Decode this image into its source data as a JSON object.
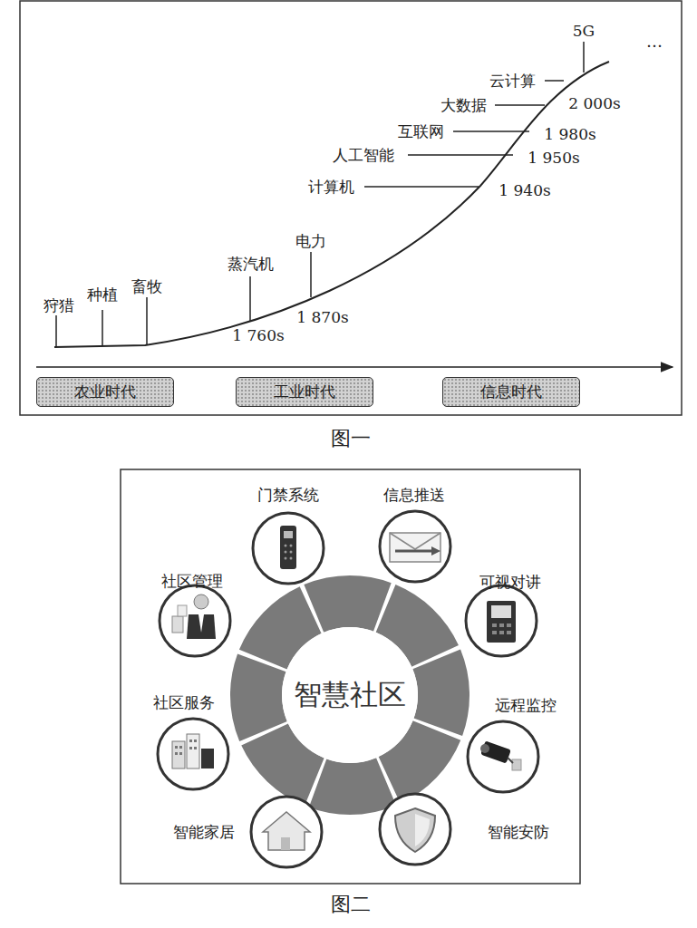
{
  "diagram": {
    "nodes": [
      {
        "text": [
          "农业时代"
        ]
      },
      {
        "text": [
          "工业时代"
        ]
      },
      {
        "text": [
          "信息时代"
        ]
      },
      {
        "text": [
          "智慧社区"
        ]
      }
    ],
    "labels": [
      "狩猎",
      "种植",
      "畜牧",
      "蒸汽机",
      "1 760s",
      "电力",
      "1 870s",
      "计算机",
      "1 940s",
      "人工智能",
      "1 950s",
      "互联网",
      "1 980s",
      "大数据",
      "2 000s",
      "云计算",
      "5G",
      "…",
      "图一",
      "门禁系统",
      "信息推送",
      "社区管理",
      "可视对讲",
      "社区服务",
      "远程监控",
      "智能家居",
      "智能安防",
      "图二"
    ]
  }
}
